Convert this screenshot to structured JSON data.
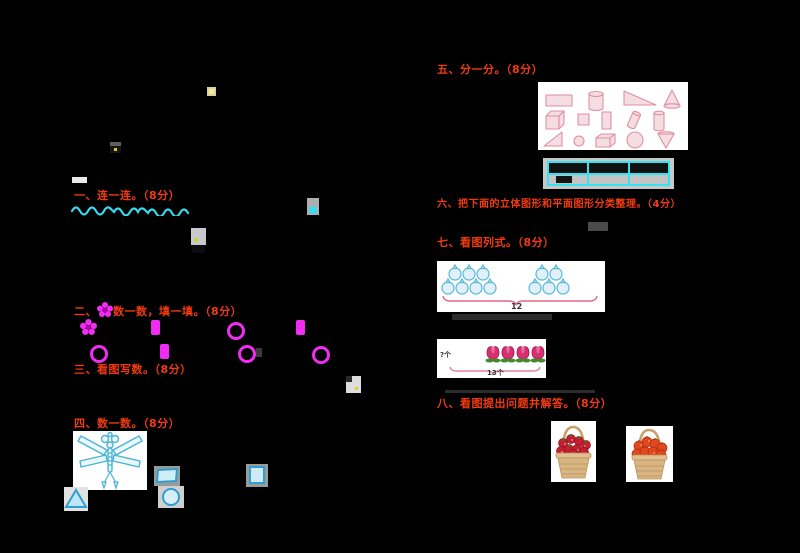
{
  "document": {
    "background": "#000000",
    "accent_red": "#f23b10",
    "accent_cyan": "#35dcf2",
    "accent_magenta": "#f02df0",
    "accent_pink": "#e290a2"
  },
  "sections": {
    "s1": {
      "heading": "一、连一连。（8分）"
    },
    "s2": {
      "heading_prefix": "二、",
      "heading_suffix": "数一数，填一填。（8分）"
    },
    "s3": {
      "heading": "三、看图写数。（8分）"
    },
    "s4": {
      "heading": "四、数一数。（8分）"
    },
    "s5": {
      "heading": "五、分一分。（8分）"
    },
    "s6": {
      "heading": "六、把下面的立体图形和平面图形分类整理。（4分）"
    },
    "s7": {
      "heading": "七、看图列式。（8分）",
      "balloons_total": "12",
      "flowers_unknown": "?个",
      "flowers_total": "13个"
    },
    "s8": {
      "heading": "八、看图提出问题并解答。（8分）"
    }
  }
}
